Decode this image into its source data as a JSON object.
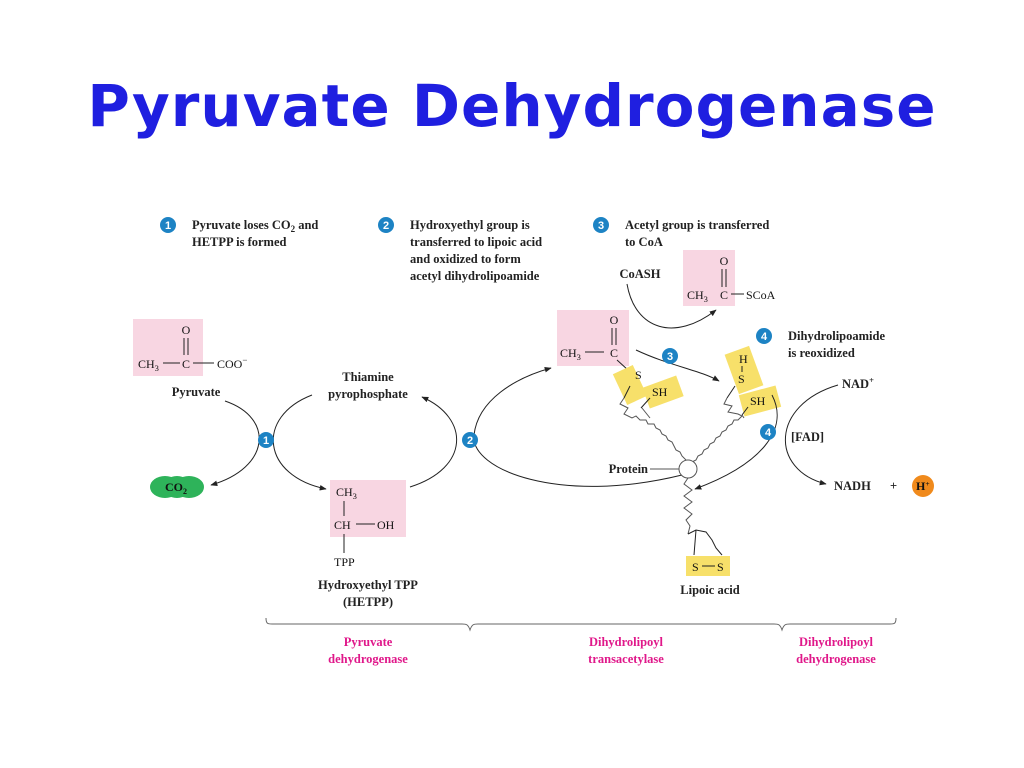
{
  "title": "Pyruvate Dehydrogenase",
  "steps": [
    {
      "number": "1",
      "lines": [
        [
          "Pyruvate loses CO",
          "2",
          " and"
        ],
        [
          "HETPP is formed"
        ]
      ]
    },
    {
      "number": "2",
      "lines": [
        [
          "Hydroxyethyl group is"
        ],
        [
          "transferred to lipoic acid"
        ],
        [
          "and oxidized to form"
        ],
        [
          "acetyl dihydrolipoamide"
        ]
      ]
    },
    {
      "number": "3",
      "lines": [
        [
          "Acetyl group is transferred"
        ],
        [
          "to CoA"
        ]
      ]
    },
    {
      "number": "4",
      "lines": [
        [
          "Dihydrolipoamide"
        ],
        [
          "is reoxidized"
        ]
      ]
    }
  ],
  "molecules": {
    "pyruvate": {
      "o": "O",
      "ch3": "CH",
      "ch3_sub": "3",
      "c": "C",
      "coo": "COO",
      "coo_sup": "−",
      "name": "Pyruvate"
    },
    "co2": {
      "label": "CO",
      "sub": "2"
    },
    "tpp_cofactor": {
      "line1": "Thiamine",
      "line2": "pyrophosphate"
    },
    "hetpp": {
      "ch3": "CH",
      "ch3_sub": "3",
      "ch": "CH",
      "oh": "OH",
      "tpp": "TPP",
      "name1": "Hydroxyethyl TPP",
      "name2": "(HETPP)"
    },
    "acetyl_lipo": {
      "o": "O",
      "ch3": "CH",
      "ch3_sub": "3",
      "c": "C",
      "s": "S",
      "sh": "SH"
    },
    "coash": "CoASH",
    "acetyl_coa": {
      "o": "O",
      "ch3": "CH",
      "ch3_sub": "3",
      "c": "C",
      "scoa": "SCoA"
    },
    "reduced_lipo": {
      "h": "H",
      "s": "S",
      "sh": "SH"
    },
    "protein": "Protein",
    "lipoic_acid": {
      "s1": "S",
      "s2": "S",
      "name": "Lipoic acid"
    },
    "nad": {
      "label": "NAD",
      "sup": "+"
    },
    "fad": "[FAD]",
    "nadh": "NADH",
    "plus": "+",
    "proton": {
      "label": "H",
      "sup": "+"
    }
  },
  "enzymes": [
    {
      "line1": "Pyruvate",
      "line2": "dehydrogenase"
    },
    {
      "line1": "Dihydrolipoyl",
      "line2": "transacetylase"
    },
    {
      "line1": "Dihydrolipoyl",
      "line2": "dehydrogenase"
    }
  ],
  "colors": {
    "title": "#1f1fe0",
    "highlight_pink": "#f8d6e2",
    "highlight_yellow": "#f7e06a",
    "step_badge": "#1d83c4",
    "co2_green": "#2eb35a",
    "proton_orange": "#f08a1c",
    "enzyme_label": "#e0188a"
  }
}
